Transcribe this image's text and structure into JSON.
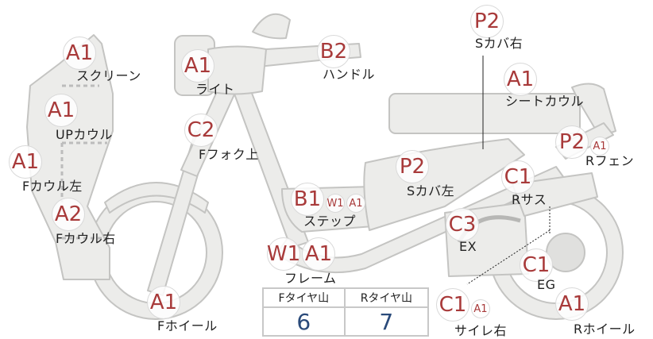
{
  "parts": [
    {
      "id": "screen",
      "label": "スクリーン",
      "grades": [
        "A1"
      ]
    },
    {
      "id": "light",
      "label": "ライト",
      "grades": [
        "A1"
      ]
    },
    {
      "id": "handle",
      "label": "ハンドル",
      "grades": [
        "B2"
      ]
    },
    {
      "id": "s-cover-right",
      "label": "Sカバ右",
      "grades": [
        "P2"
      ]
    },
    {
      "id": "seat-cowl",
      "label": "シートカウル",
      "grades": [
        "A1"
      ]
    },
    {
      "id": "up-cowl",
      "label": "UPカウル",
      "grades": [
        "A1"
      ]
    },
    {
      "id": "f-fork-upper",
      "label": "Fフォク上",
      "grades": [
        "C2"
      ]
    },
    {
      "id": "f-cowl-left",
      "label": "Fカウル左",
      "grades": [
        "A1"
      ]
    },
    {
      "id": "r-fender",
      "label": "Rフェン",
      "grades": [
        "P2",
        "A1"
      ]
    },
    {
      "id": "s-cover-left",
      "label": "Sカバ左",
      "grades": [
        "P2"
      ]
    },
    {
      "id": "step",
      "label": "ステップ",
      "grades": [
        "B1",
        "W1",
        "A1"
      ]
    },
    {
      "id": "r-suspension",
      "label": "Rサス",
      "grades": [
        "C1"
      ]
    },
    {
      "id": "f-cowl-right",
      "label": "Fカウル右",
      "grades": [
        "A2"
      ]
    },
    {
      "id": "exhaust",
      "label": "EX",
      "grades": [
        "C3"
      ]
    },
    {
      "id": "frame",
      "label": "フレーム",
      "grades": [
        "W1",
        "A1"
      ]
    },
    {
      "id": "engine",
      "label": "EG",
      "grades": [
        "C1"
      ]
    },
    {
      "id": "f-wheel",
      "label": "Fホイール",
      "grades": [
        "A1"
      ]
    },
    {
      "id": "silencer-right",
      "label": "サイレ右",
      "grades": [
        "C1",
        "A1"
      ]
    },
    {
      "id": "r-wheel",
      "label": "Rホイール",
      "grades": [
        "A1"
      ]
    }
  ],
  "tire_tread": {
    "front_label": "Fタイヤ山",
    "rear_label": "Rタイヤ山",
    "front_value": "6",
    "rear_value": "7"
  },
  "colors": {
    "grade_text": "#a83a3a",
    "tread_value": "#2a4a7a",
    "part_fill": "#ececea",
    "part_stroke": "#c4c4c2"
  }
}
